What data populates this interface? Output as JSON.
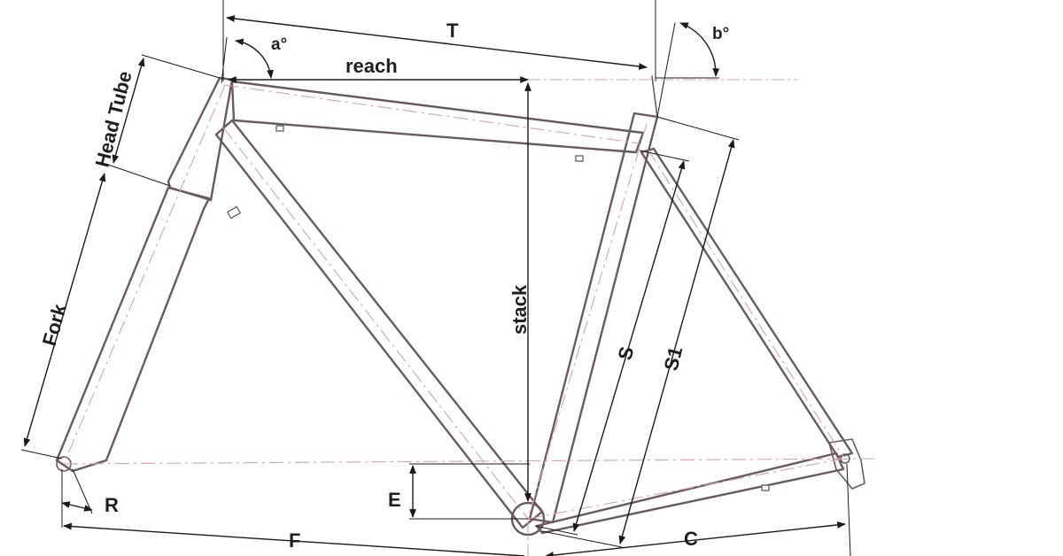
{
  "labels": {
    "top_tube": "T",
    "head_angle": "a°",
    "seat_angle": "b°",
    "reach": "reach",
    "head_tube": "Head Tube",
    "fork": "Fork",
    "stack": "stack",
    "seat_tube": "S",
    "seat_tube_full": "S1",
    "offset": "R",
    "bb_drop": "E",
    "front_center": "F",
    "chainstay": "C"
  }
}
